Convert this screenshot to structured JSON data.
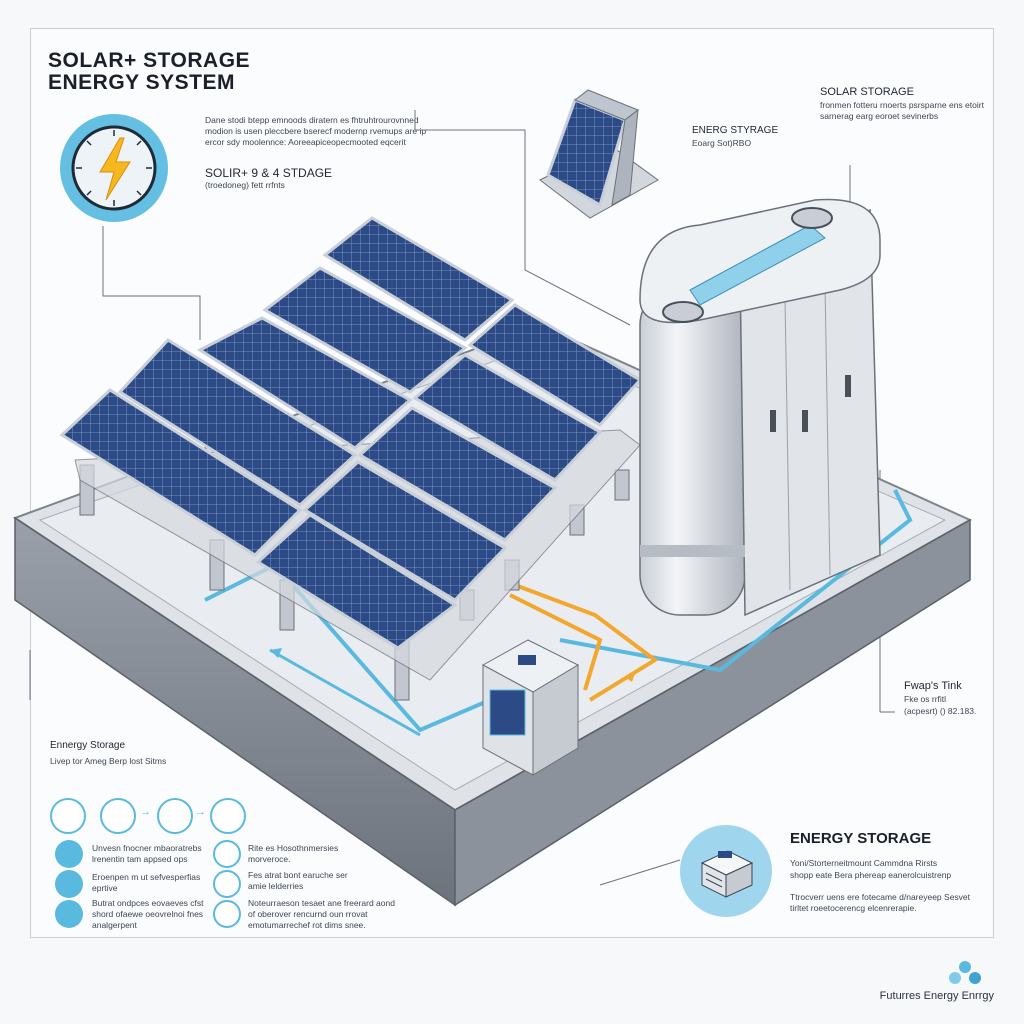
{
  "header": {
    "title_line1": "SOLAR+ STORAGE",
    "title_line2": "ENERGY SYSTEM",
    "intro_text": "Dane stodi btepp emnoods diratern es fhtruhtrourovnned modion is usen pleccbere bserecf modernp rvemups are ip ercor sdy moolennce: Aoreeapiceopecmooted eqcerit",
    "sub_heading": "SOLIR+ 9 & 4 STDAGE",
    "sub_text": "(troedoneg) fett rrfnts"
  },
  "top_callouts": {
    "energy_storage_label": "ENERG STYRAGE",
    "energy_storage_sub": "Eoarg Sot)RBO",
    "solar_storage_label": "SOLAR STORAGE",
    "solar_storage_text": "fronmen fotteru rnoerts psrsparne ens etoirt sarnerag earg eoroet sevinerbs"
  },
  "right_callout": {
    "label": "Fwap's Tink",
    "line2": "Fke os rrfitl",
    "line3": "(acpesrt) () 82.183."
  },
  "legend": {
    "heading": "Ennergy Storage",
    "subtext": "Livep tor Ameg Berp lost Sitms",
    "items_left": [
      "Unvesn fnocner mbaoratrebs lrenentin tam appsed ops",
      "Eroenpen m ut sefvesperfias eprtive",
      "Butrat ondpces eovaeves cfst shord ofaewe oeovrelnoi fnes analgerpent"
    ],
    "items_right": [
      "Rite es Hosothnmersies morveroce.",
      "Fes atrat bont earuche ser amie lelderries",
      "Noteurraeson tesaet ane freerard aond of oberover rencurnd oun rrovat emotumarrechef rot dims snee."
    ]
  },
  "energy_storage_box": {
    "heading": "ENERGY STORAGE",
    "line1": "Yoni/Storterneitmount Cammdna Rirsts",
    "line2": "shopp eate Bera phereap eanerolcuistrenp",
    "line3": "Ttrocverr uens ere fotecame d/nareyeep Sesvet tirltet roeetocerencg elcenrerapie."
  },
  "footer": {
    "brand": "Futurres Energy Enrrgy"
  },
  "colors": {
    "accent_blue": "#5ab9df",
    "flow_orange": "#f2a72e",
    "panel_blue": "#2c4a86",
    "frame_gray": "#8a9099"
  }
}
